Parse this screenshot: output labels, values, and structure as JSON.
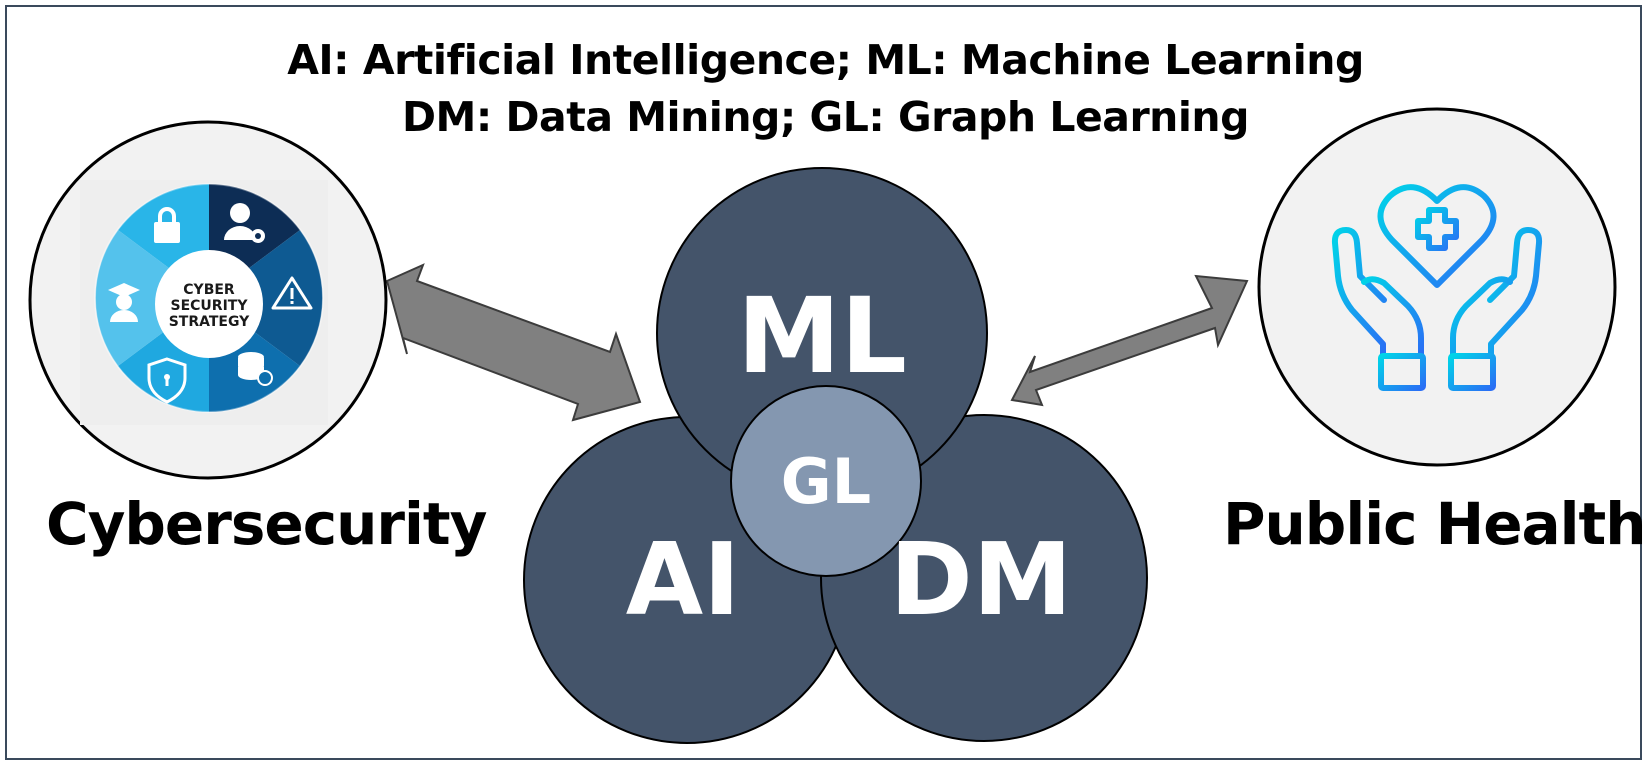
{
  "legend": {
    "line1": "AI: Artificial Intelligence; ML: Machine Learning",
    "line2": "DM: Data Mining; GL: Graph Learning"
  },
  "circles": {
    "ml": "ML",
    "ai": "AI",
    "dm": "DM",
    "gl": "GL"
  },
  "left_node": {
    "label": "Cybersecurity",
    "icon_text": [
      "CYBER",
      "SECURITY",
      "STRATEGY"
    ],
    "icon": "cyber-security-strategy-wheel-icon"
  },
  "right_node": {
    "label": "Public Health",
    "icon": "hands-holding-heart-cross-icon"
  },
  "colors": {
    "big_circle": "#44546a",
    "gl_circle": "#8497b0",
    "arrow": "#808080",
    "node_bg": "#f2f2f2",
    "cyber_light": "#1fa8e0",
    "cyber_mid": "#0e6fae",
    "cyber_dark": "#0d2d55",
    "health_start": "#00d4e8",
    "health_end": "#2a6ef5"
  }
}
